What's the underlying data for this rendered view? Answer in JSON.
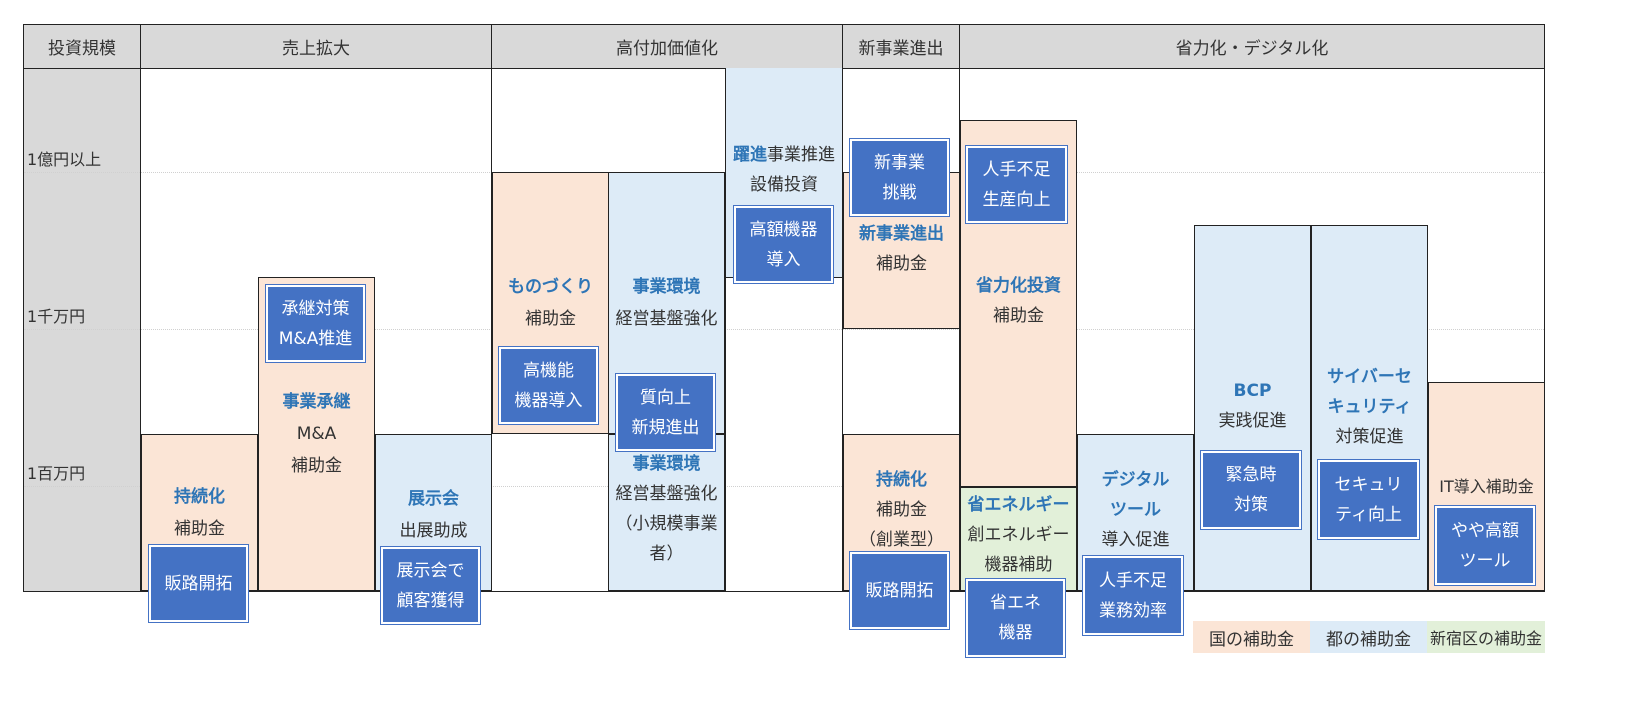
{
  "headers": {
    "scale": "投資規模",
    "sales": "売上拡大",
    "value": "高付加価値化",
    "newbiz": "新事業進出",
    "digital": "省力化・デジタル化"
  },
  "scale_labels": [
    "1億円以上",
    "1千万円",
    "1百万円"
  ],
  "programs": {
    "jizoku1": {
      "title": "持続化",
      "sub": "補助金",
      "tag": "販路開拓"
    },
    "shokei": {
      "tag1": "承継対策",
      "tag2": "M&A推進",
      "title": "事業承継",
      "sub1": "M&A",
      "sub2": "補助金"
    },
    "tenji": {
      "title": "展示会",
      "sub": "出展助成",
      "tag1": "展示会で",
      "tag2": "顧客獲得"
    },
    "monozukuri": {
      "title": "ものづくり",
      "sub": "補助金",
      "tag1": "高機能",
      "tag2": "機器導入"
    },
    "kankyo1": {
      "title": "事業環境",
      "sub": "経営基盤強化",
      "tag1": "質向上",
      "tag2": "新規進出"
    },
    "kankyo2": {
      "title": "事業環境",
      "sub1": "経営基盤強化",
      "sub2": "（小規模事業",
      "sub3": "者）"
    },
    "yakushin": {
      "title": "躍進",
      "title_rest": "事業推進",
      "sub": "設備投資",
      "tag1": "高額機器",
      "tag2": "導入"
    },
    "shinjigyo": {
      "tag1": "新事業",
      "tag2": "挑戦",
      "title": "新事業進出",
      "sub": "補助金"
    },
    "jizoku2": {
      "title": "持続化",
      "sub1": "補助金",
      "sub2": "（創業型）",
      "tag": "販路開拓"
    },
    "shoryoku": {
      "tag1": "人手不足",
      "tag2": "生産向上",
      "title": "省力化投資",
      "sub": "補助金"
    },
    "shoene": {
      "title": "省エネルギー",
      "sub1": "創エネルギー",
      "sub2": "機器補助",
      "tag1": "省エネ",
      "tag2": "機器"
    },
    "digital": {
      "title1": "デジタル",
      "title2": "ツール",
      "sub": "導入促進",
      "tag1": "人手不足",
      "tag2": "業務効率"
    },
    "bcp": {
      "title": "BCP",
      "sub": "実践促進",
      "tag1": "緊急時",
      "tag2": "対策"
    },
    "cyber": {
      "title1": "サイバーセ",
      "title2": "キュリティ",
      "sub": "対策促進",
      "tag1": "セキュリ",
      "tag2": "ティ向上"
    },
    "it": {
      "title": "IT導入補助金",
      "tag1": "やや高額",
      "tag2": "ツール"
    }
  },
  "legend": {
    "national": "国の補助金",
    "metro": "都の補助金",
    "shinjuku": "新宿区の補助金"
  },
  "colors": {
    "national": "#fbe5d6",
    "metro": "#ddebf7",
    "shinjuku": "#e2f0d9",
    "tag": "#4472c4",
    "emphasis": "#2e75b6"
  }
}
